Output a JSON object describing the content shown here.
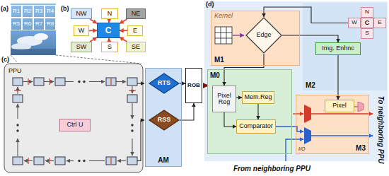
{
  "diagram": {
    "nodes": [
      {
        "text": [
          "R1"
        ]
      },
      {
        "text": [
          "R2"
        ]
      },
      {
        "text": [
          "R3"
        ]
      },
      {
        "text": [
          "R4"
        ]
      },
      {
        "text": [
          "R5"
        ]
      },
      {
        "text": [
          "R6"
        ]
      },
      {
        "text": [
          "R7"
        ]
      },
      {
        "text": [
          "R8"
        ]
      },
      {
        "text": [
          "NW"
        ]
      },
      {
        "text": [
          "N"
        ]
      },
      {
        "text": [
          "NE"
        ]
      },
      {
        "text": [
          "W"
        ]
      },
      {
        "text": [
          "C"
        ]
      },
      {
        "text": [
          "E"
        ]
      },
      {
        "text": [
          "SW"
        ]
      },
      {
        "text": [
          "S"
        ]
      },
      {
        "text": [
          "SE"
        ]
      },
      {
        "text": [
          "AM"
        ]
      },
      {
        "text": [
          "RTS"
        ],
        "in": 17
      },
      {
        "text": [
          "RSS"
        ],
        "in": 17
      },
      {
        "text": [
          "ROB"
        ]
      },
      {
        "text": [
          "Ctrl U"
        ]
      },
      {
        "text": [
          "Kernel",
          "M1"
        ]
      },
      {
        "text": [
          "Edge"
        ],
        "in": 22
      },
      {
        "text": [
          "M2"
        ]
      },
      {
        "text": [
          "N"
        ],
        "in": 24
      },
      {
        "text": [
          "W"
        ],
        "in": 24
      },
      {
        "text": [
          "C"
        ],
        "in": 24
      },
      {
        "text": [
          "E"
        ],
        "in": 24
      },
      {
        "text": [
          "S"
        ],
        "in": 24
      },
      {
        "text": [
          "Img. Enhnc"
        ],
        "in": 24
      },
      {
        "text": [
          "M0"
        ]
      },
      {
        "text": [
          "Pixel Reg"
        ],
        "in": 31
      },
      {
        "text": [
          "Mem.Reg"
        ],
        "in": 31
      },
      {
        "text": [
          "Comparator"
        ],
        "in": 31
      },
      {
        "text": [
          "M3",
          "I/O"
        ]
      },
      {
        "text": [
          "Pixel"
        ],
        "in": 35
      }
    ],
    "edges": [
      {
        "from": 8,
        "to": 12,
        "arrow": "to"
      },
      {
        "from": 9,
        "to": 12,
        "arrow": "to"
      },
      {
        "from": 10,
        "to": 12,
        "arrow": "to"
      },
      {
        "from": 11,
        "to": 12,
        "arrow": "to"
      },
      {
        "from": 13,
        "to": 12,
        "arrow": "to"
      },
      {
        "from": 14,
        "to": 12,
        "arrow": "to"
      },
      {
        "from": 15,
        "to": 12,
        "arrow": "to"
      },
      {
        "from": 16,
        "to": 12,
        "arrow": "to"
      },
      {
        "from": 18,
        "to": 20,
        "arrow": "to"
      },
      {
        "from": 19,
        "to": 20,
        "arrow": "to"
      },
      {
        "from": 26,
        "to": 23,
        "arrow": "to"
      },
      {
        "from": 23,
        "to": 30,
        "arrow": "to"
      },
      {
        "from": 30,
        "to": 36,
        "arrow": "to"
      },
      {
        "from": 23,
        "to": 32,
        "arrow": "to"
      },
      {
        "from": 32,
        "to": 33,
        "arrow": "to"
      },
      {
        "from": 32,
        "to": 34,
        "arrow": "to"
      },
      {
        "from": 33,
        "to": 34,
        "arrow": "to"
      }
    ],
    "labels": [
      "(a)",
      "(b)",
      "(c)",
      "(d)",
      "PPU",
      "To neighboring PPU",
      "From neighboring PPU"
    ]
  }
}
